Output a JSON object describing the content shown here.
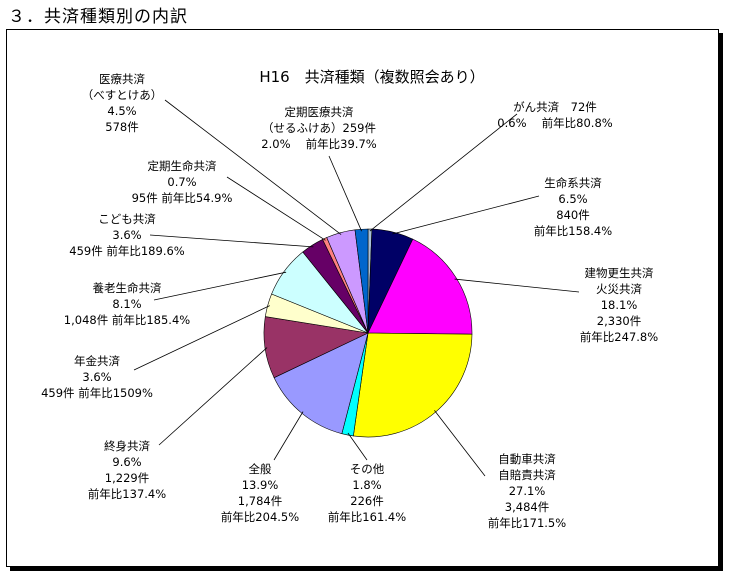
{
  "page": {
    "section_title": "３．共済種類別の内訳"
  },
  "chart_data": {
    "type": "pie",
    "title": "H16　共済種類（複数照会あり）",
    "slices": [
      {
        "name": "がん共済",
        "value": 0.6,
        "color": "#a8c0d8",
        "label_lines": [
          "がん共済　72件",
          "0.6%　 前年比80.8%"
        ]
      },
      {
        "name": "生命系共済",
        "value": 6.5,
        "color": "#000066",
        "label_lines": [
          "生命系共済",
          "6.5%",
          "840件",
          "前年比158.4%"
        ]
      },
      {
        "name": "建物更生共済 火災共済",
        "value": 18.1,
        "color": "#ff00ff",
        "label_lines": [
          "建物更生共済",
          "火災共済",
          "18.1%",
          "2,330件",
          "前年比247.8%"
        ]
      },
      {
        "name": "自動車共済 自賠責共済",
        "value": 27.1,
        "color": "#ffff00",
        "label_lines": [
          "自動車共済",
          "自賠責共済",
          "27.1%",
          "3,484件",
          "前年比171.5%"
        ]
      },
      {
        "name": "その他",
        "value": 1.8,
        "color": "#00ffff",
        "label_lines": [
          "その他",
          "1.8%",
          "226件",
          "前年比161.4%"
        ]
      },
      {
        "name": "全般",
        "value": 13.9,
        "color": "#9999ff",
        "label_lines": [
          "全般",
          "13.9%",
          "1,784件",
          "前年比204.5%"
        ]
      },
      {
        "name": "終身共済",
        "value": 9.6,
        "color": "#993366",
        "label_lines": [
          "終身共済",
          "9.6%",
          "1,229件",
          "前年比137.4%"
        ]
      },
      {
        "name": "年金共済",
        "value": 3.6,
        "color": "#ffffcc",
        "label_lines": [
          "年金共済",
          "3.6%",
          "459件 前年比1509%"
        ]
      },
      {
        "name": "養老生命共済",
        "value": 8.1,
        "color": "#ccffff",
        "label_lines": [
          "養老生命共済",
          "8.1%",
          "1,048件 前年比185.4%"
        ]
      },
      {
        "name": "こども共済",
        "value": 3.6,
        "color": "#660066",
        "label_lines": [
          "こども共済",
          "3.6%",
          "459件 前年比189.6%"
        ]
      },
      {
        "name": "定期生命共済",
        "value": 0.7,
        "color": "#ff8080",
        "label_lines": [
          "定期生命共済",
          "0.7%",
          "95件 前年比54.9%"
        ]
      },
      {
        "name": "医療共済（べすとけあ）",
        "value": 4.5,
        "color": "#cc99ff",
        "label_lines": [
          "医療共済",
          "（べすとけあ）",
          "4.5%",
          "578件"
        ]
      },
      {
        "name": "定期医療共済（せるふけあ）",
        "value": 2.0,
        "color": "#0066cc",
        "label_lines": [
          "定期医療共済",
          "（せるふけあ）259件",
          "2.0%　 前年比39.7%"
        ]
      }
    ]
  }
}
